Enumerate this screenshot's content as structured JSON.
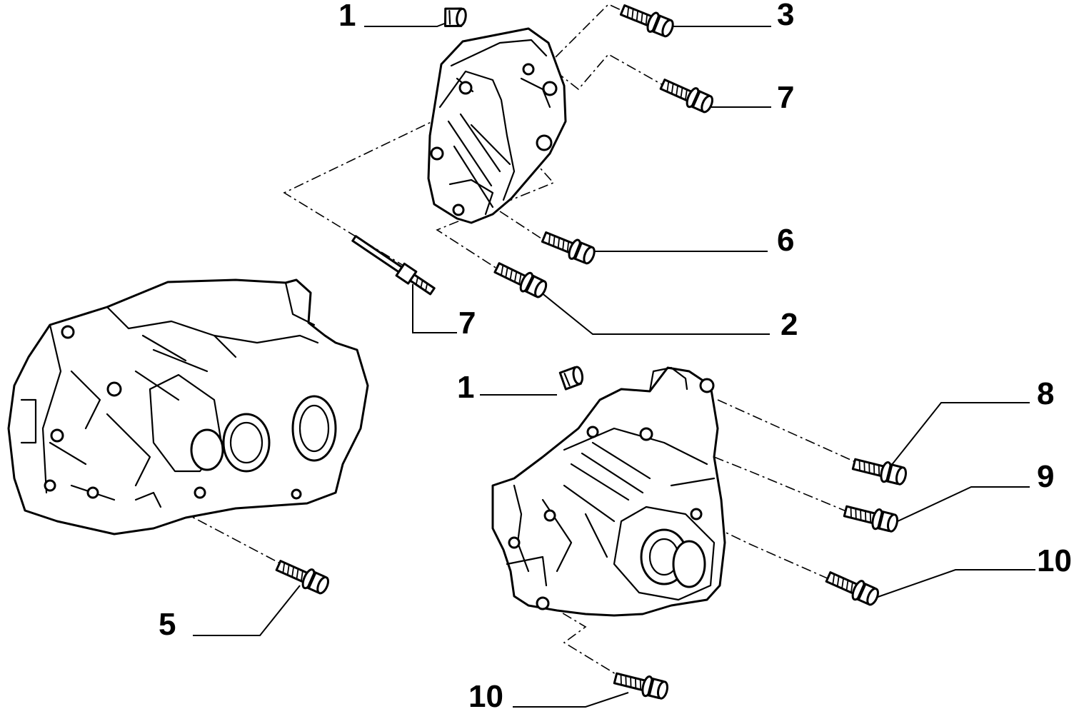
{
  "callouts": [
    {
      "id": "c1a",
      "label": "1"
    },
    {
      "id": "c3",
      "label": "3"
    },
    {
      "id": "c7a",
      "label": "7"
    },
    {
      "id": "c6",
      "label": "6"
    },
    {
      "id": "c7b",
      "label": "7"
    },
    {
      "id": "c2",
      "label": "2"
    },
    {
      "id": "c1b",
      "label": "1"
    },
    {
      "id": "c8",
      "label": "8"
    },
    {
      "id": "c9",
      "label": "9"
    },
    {
      "id": "c10a",
      "label": "10"
    },
    {
      "id": "c5",
      "label": "5"
    },
    {
      "id": "c10b",
      "label": "10"
    }
  ]
}
